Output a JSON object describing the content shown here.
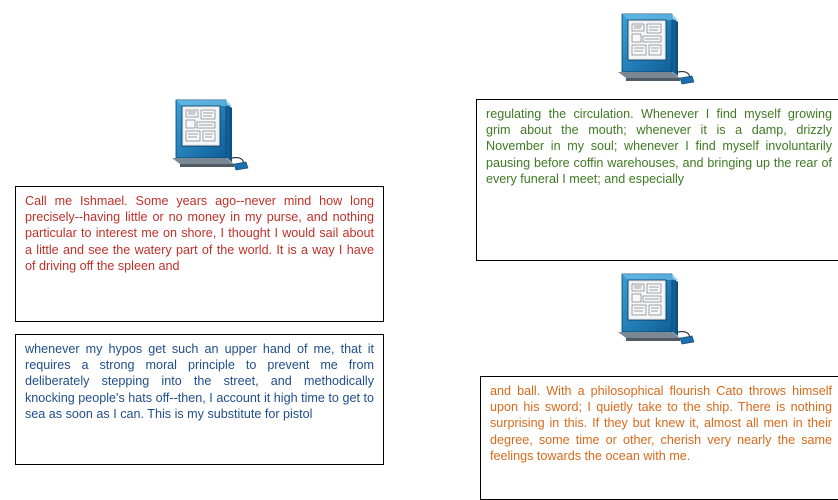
{
  "nodes": [
    {
      "id": "node-red",
      "icon": "computer-terminal-icon",
      "color": "#c0302a",
      "text": "Call me Ishmael.  Some years ago--never mind how long precisely--having little or no money in my purse, and nothing particular to interest me on shore, I thought I would sail about a little and see the watery part of the world.  It is a way I have of driving off the spleen and"
    },
    {
      "id": "node-blue",
      "icon": null,
      "color": "#1f4e8c",
      "text": "whenever my hypos get such an upper hand of me, that it requires a strong moral principle to prevent me from deliberately stepping into the street, and methodically knocking people's hats off--then, I account it high time to get to sea as soon as I can.  This is my substitute for pistol"
    },
    {
      "id": "node-green",
      "icon": "computer-terminal-icon",
      "color": "#3f7a23",
      "text": "regulating the circulation.  Whenever I find myself growing grim about the mouth; whenever it is a damp, drizzly November in my soul; whenever I find myself involuntarily pausing before coffin warehouses, and bringing up the rear of every funeral I meet; and especially"
    },
    {
      "id": "node-orange",
      "icon": "computer-terminal-icon",
      "color": "#d86a1c",
      "text": "and ball.  With a philosophical flourish Cato throws himself upon his sword; I quietly take to the ship.  There is nothing surprising in this.  If they but knew it, almost all men in their degree, some time or other, cherish very nearly the same feelings towards the ocean with me."
    }
  ]
}
